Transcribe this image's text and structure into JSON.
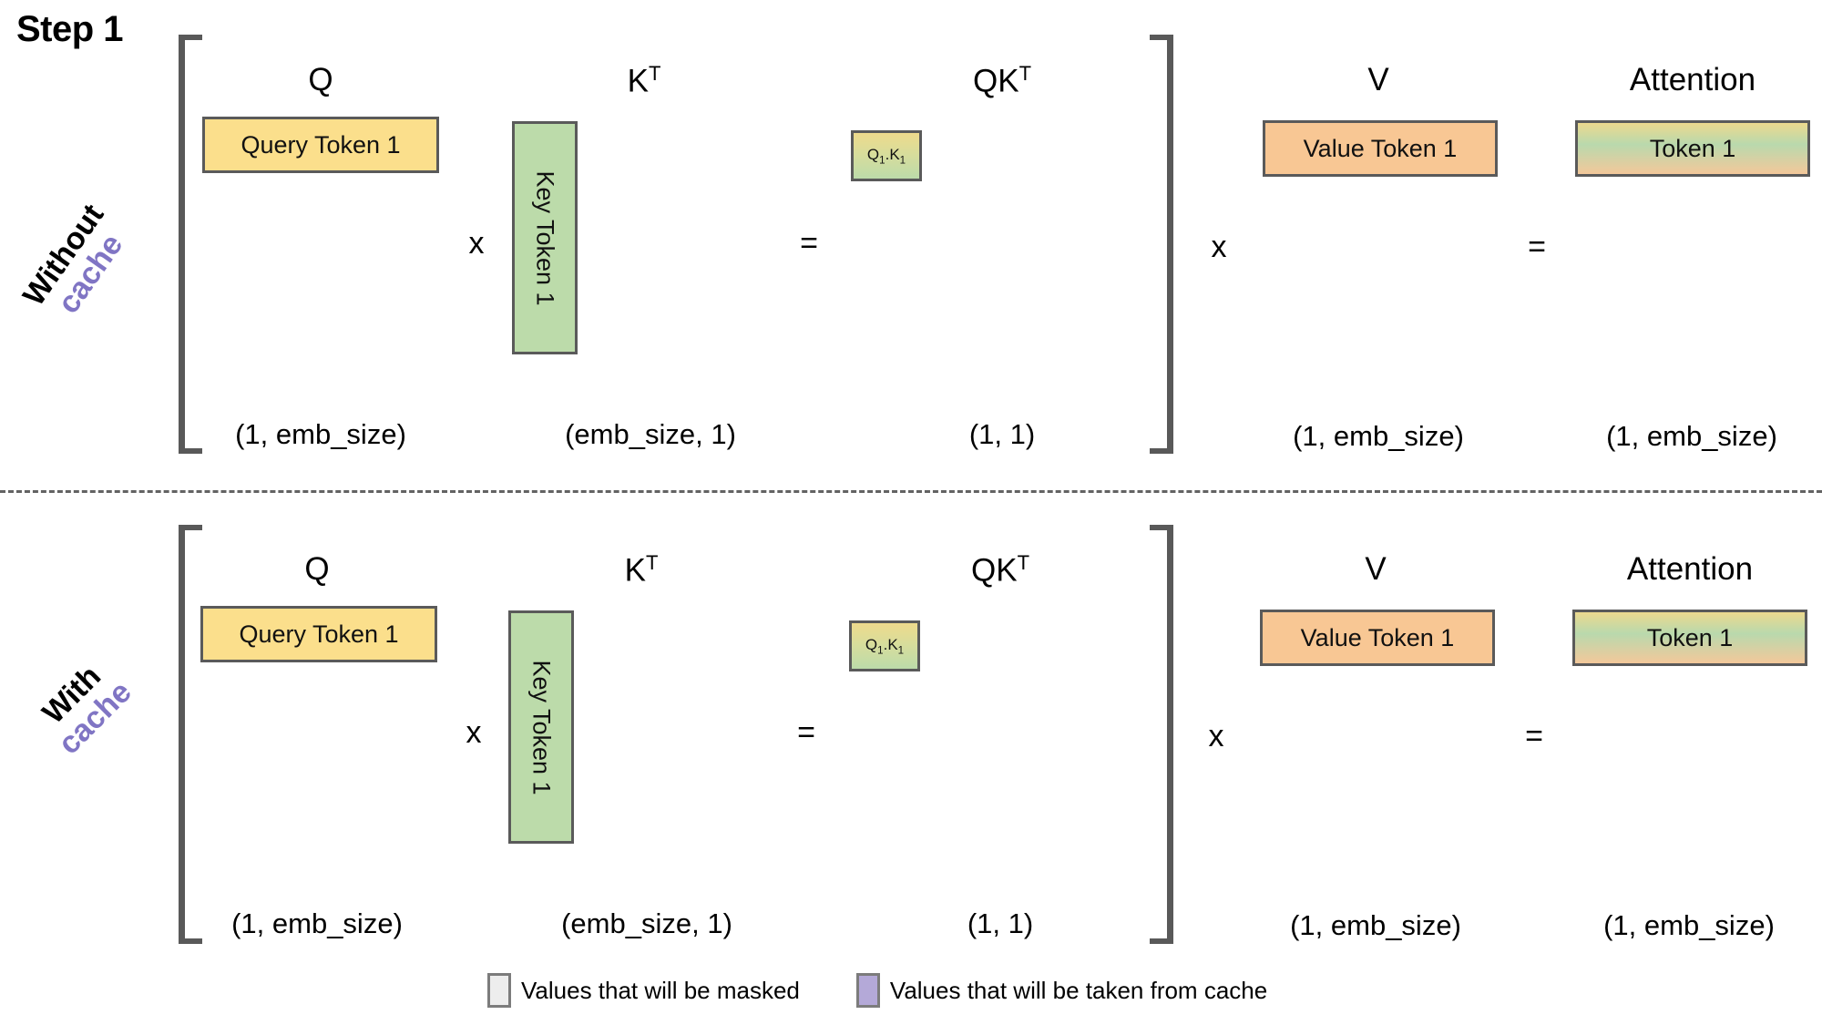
{
  "title": "Step 1",
  "rows": [
    {
      "id": "without-cache",
      "label_line1": "Without",
      "label_line2": "cache",
      "headers": {
        "q": "Q",
        "kt": "K",
        "kt_sup": "T",
        "qkt": "QK",
        "qkt_sup": "T",
        "v": "V",
        "attention": "Attention"
      },
      "boxes": {
        "query": "Query Token 1",
        "key": "Key Token 1",
        "qk": "Q₁.K₁",
        "qk_base1": "Q",
        "qk_sub1": "1",
        "qk_dot": ".",
        "qk_base2": "K",
        "qk_sub2": "1",
        "value": "Value Token 1",
        "attention": "Token 1"
      },
      "operators": {
        "mul1": "x",
        "eq1": "=",
        "mul2": "x",
        "eq2": "="
      },
      "dims": {
        "q": "(1, emb_size)",
        "kt": "(emb_size, 1)",
        "qkt": "(1, 1)",
        "v": "(1, emb_size)",
        "attention": "(1, emb_size)"
      }
    },
    {
      "id": "with-cache",
      "label_line1": "With",
      "label_line2": "cache",
      "headers": {
        "q": "Q",
        "kt": "K",
        "kt_sup": "T",
        "qkt": "QK",
        "qkt_sup": "T",
        "v": "V",
        "attention": "Attention"
      },
      "boxes": {
        "query": "Query Token 1",
        "key": "Key Token 1",
        "qk": "Q₁.K₁",
        "qk_base1": "Q",
        "qk_sub1": "1",
        "qk_dot": ".",
        "qk_base2": "K",
        "qk_sub2": "1",
        "value": "Value Token 1",
        "attention": "Token 1"
      },
      "operators": {
        "mul1": "x",
        "eq1": "=",
        "mul2": "x",
        "eq2": "="
      },
      "dims": {
        "q": "(1, emb_size)",
        "kt": "(emb_size, 1)",
        "qkt": "(1, 1)",
        "v": "(1, emb_size)",
        "attention": "(1, emb_size)"
      }
    }
  ],
  "legend": [
    {
      "id": "masked",
      "color": "#ededed",
      "text": "Values that will be masked"
    },
    {
      "id": "cached",
      "color": "#b4a9d8",
      "text": "Values that will be taken from cache"
    }
  ],
  "colors": {
    "query": "#fbdf8c",
    "key": "#bcdbaa",
    "value": "#f8c794",
    "accent_purple": "#8075c4",
    "bracket": "#595959",
    "box_border": "#5a5a5a",
    "divider": "#636363"
  }
}
